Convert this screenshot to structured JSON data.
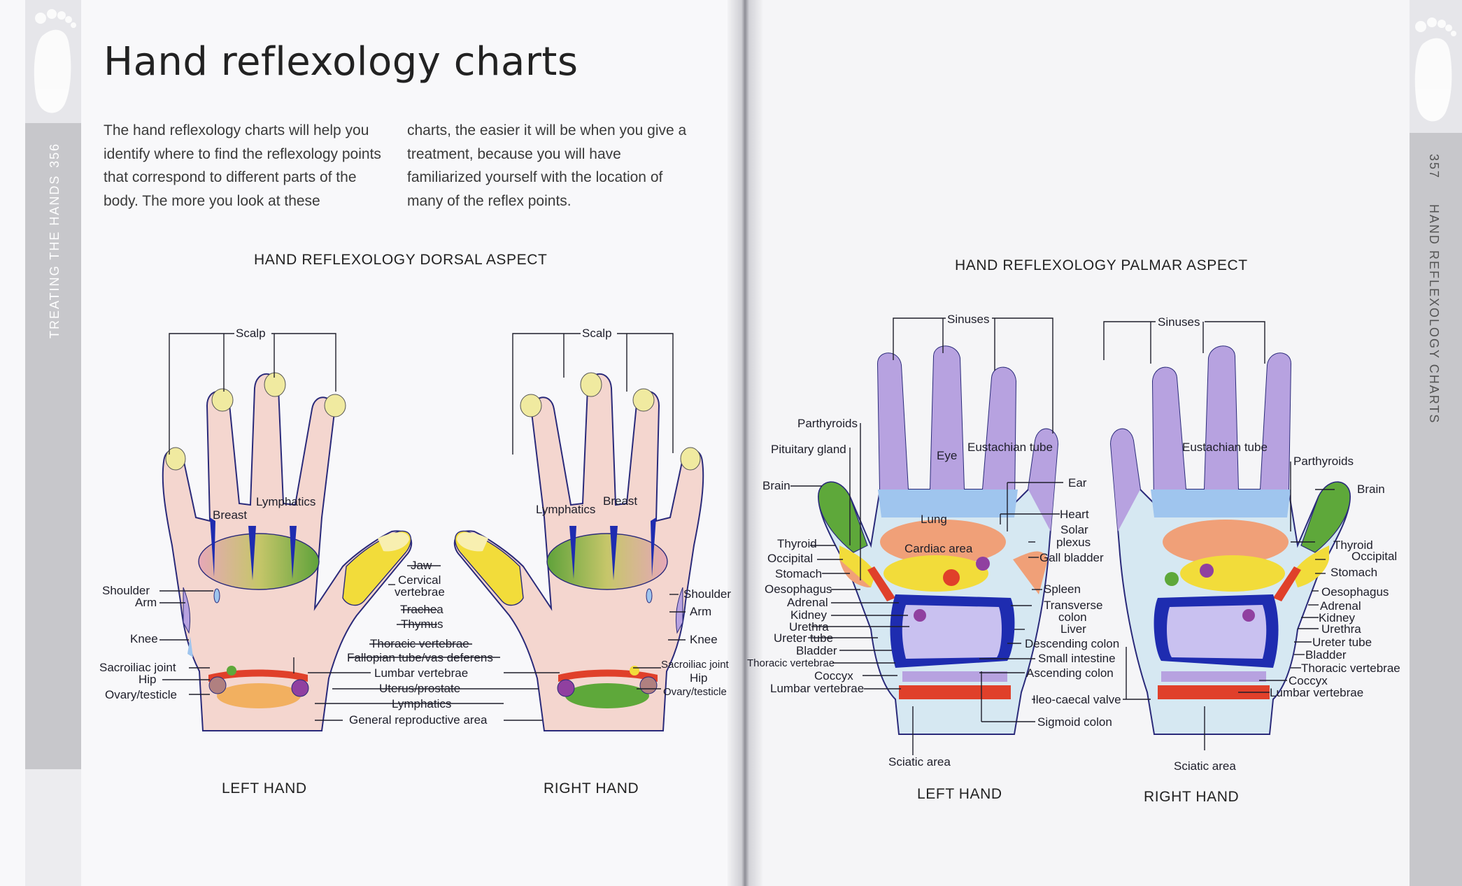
{
  "left_page": {
    "page_number": "356",
    "section_tab": "TREATING THE HANDS",
    "title": "Hand reflexology charts",
    "intro_col1": "The hand reflexology charts will help you identify where to find the reflexology points that correspond to different parts of the body. The more you look at these",
    "intro_col2": "charts, the easier it will be when you give a treatment, because you will have familiarized yourself with the location of many of the reflex points.",
    "diagram_heading": "HAND REFLEXOLOGY DORSAL ASPECT",
    "left_hand_label": "LEFT HAND",
    "right_hand_label": "RIGHT HAND",
    "labels": {
      "scalp": "Scalp",
      "breast": "Breast",
      "lymphatics": "Lymphatics",
      "shoulder": "Shoulder",
      "arm": "Arm",
      "knee": "Knee",
      "sacroiliac_joint": "Sacroiliac joint",
      "hip": "Hip",
      "ovary_testicle": "Ovary/testicle",
      "jaw": "Jaw",
      "cervical": "Cervical",
      "vertebrae": "vertebrae",
      "trachea": "Trachea",
      "thymus": "Thymus",
      "thoracic_vertebrae": "Thoracic vertebrae",
      "fallopian": "Fallopian tube/vas deferens",
      "lumbar_vertebrae": "Lumbar vertebrae",
      "uterus_prostate": "Uterus/prostate",
      "lymphatics_lower": "Lymphatics",
      "general_reproductive": "General reproductive area"
    }
  },
  "right_page": {
    "page_number": "357",
    "section_tab": "HAND REFLEXOLOGY CHARTS",
    "diagram_heading": "HAND REFLEXOLOGY PALMAR ASPECT",
    "left_hand_label": "LEFT HAND",
    "right_hand_label": "RIGHT HAND",
    "labels": {
      "sinuses": "Sinuses",
      "parthyroids": "Parthyroids",
      "pituitary_gland": "Pituitary gland",
      "brain": "Brain",
      "eye": "Eye",
      "eustachian_tube": "Eustachian tube",
      "ear": "Ear",
      "lung": "Lung",
      "cardiac_area": "Cardiac area",
      "heart": "Heart",
      "solar": "Solar",
      "plexus": "plexus",
      "gall_bladder": "Gall bladder",
      "thyroid": "Thyroid",
      "occipital": "Occipital",
      "stomach": "Stomach",
      "oesophagus": "Oesophagus",
      "adrenal": "Adrenal",
      "kidney": "Kidney",
      "urethra": "Urethra",
      "ureter_tube": "Ureter tube",
      "bladder": "Bladder",
      "thoracic_vertebrae": "Thoracic vertebrae",
      "coccyx": "Coccyx",
      "lumbar_vertebrae": "Lumbar vertebrae",
      "spleen": "Spleen",
      "transverse": "Transverse",
      "colon": "colon",
      "liver": "Liver",
      "descending_colon": "Descending colon",
      "small_intestine": "Small intestine",
      "ascending_colon": "Ascending colon",
      "ileocaecal_valve": "Ileo-caecal valve",
      "sigmoid_colon": "Sigmoid colon",
      "sciatic_area": "Sciatic area"
    }
  },
  "colors": {
    "skin": "#f4d6cf",
    "nail": "#f0eaa0",
    "outline": "#2a2a7a",
    "purple_zone": "#b7a2e0",
    "blue_zone": "#9fc5ee",
    "green_zone": "#5ea83a",
    "yellow_zone": "#f2dc3a",
    "orange_zone": "#f0a078",
    "red_zone": "#e0402a",
    "intestine_blue": "#1e2cb0"
  }
}
